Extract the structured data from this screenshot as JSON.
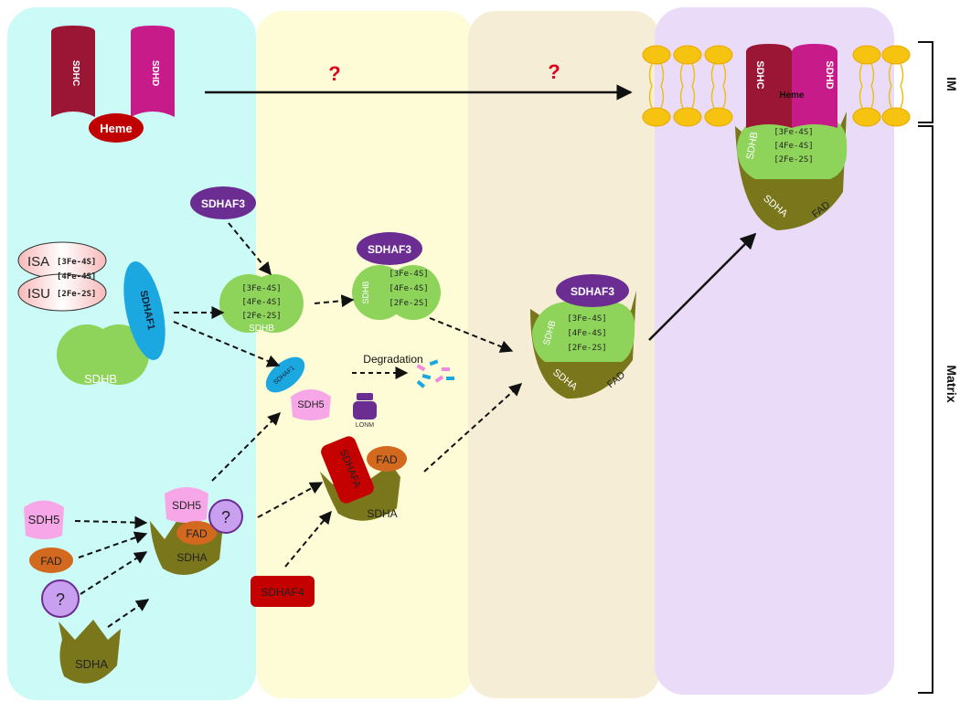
{
  "colors": {
    "panel1": "#ccfaf6",
    "panel2": "#fdfcd6",
    "panel3": "#f6edd6",
    "panel4": "#eadcf8",
    "sdhc": "#9b1535",
    "sdhd": "#c81b8a",
    "heme": "#c00000",
    "sdhaf3": "#6b2d91",
    "sdhaf1": "#1ba8e0",
    "sdhb": "#8ed35a",
    "sdha": "#7a761b",
    "fad": "#d2691e",
    "sdh5": "#f7a6e8",
    "unknown": "#c9a0f0",
    "sdhafa": "#c40000",
    "question_red": "#e0001b",
    "lipid_head": "#f6c410"
  },
  "labels": {
    "sdhc": "SDHC",
    "sdhd": "SDHD",
    "heme": "Heme",
    "question": "?",
    "sdhaf3": "SDHAF3",
    "sdhaf1": "SDHAF1",
    "sdhb": "SDHB",
    "sdha": "SDHA",
    "sdh5": "SDH5",
    "fad": "FAD",
    "sdhafa": "SDHAFA",
    "sdhaf4": "SDHAF4",
    "lonm": "LONM",
    "degradation": "Degradation",
    "isa": "ISA",
    "isu": "ISU",
    "fe3s": "[3Fe-4S]",
    "fe4s": "[4Fe-4S]",
    "fe2s": "[2Fe-2S]",
    "im": "IM",
    "matrix": "Matrix"
  }
}
